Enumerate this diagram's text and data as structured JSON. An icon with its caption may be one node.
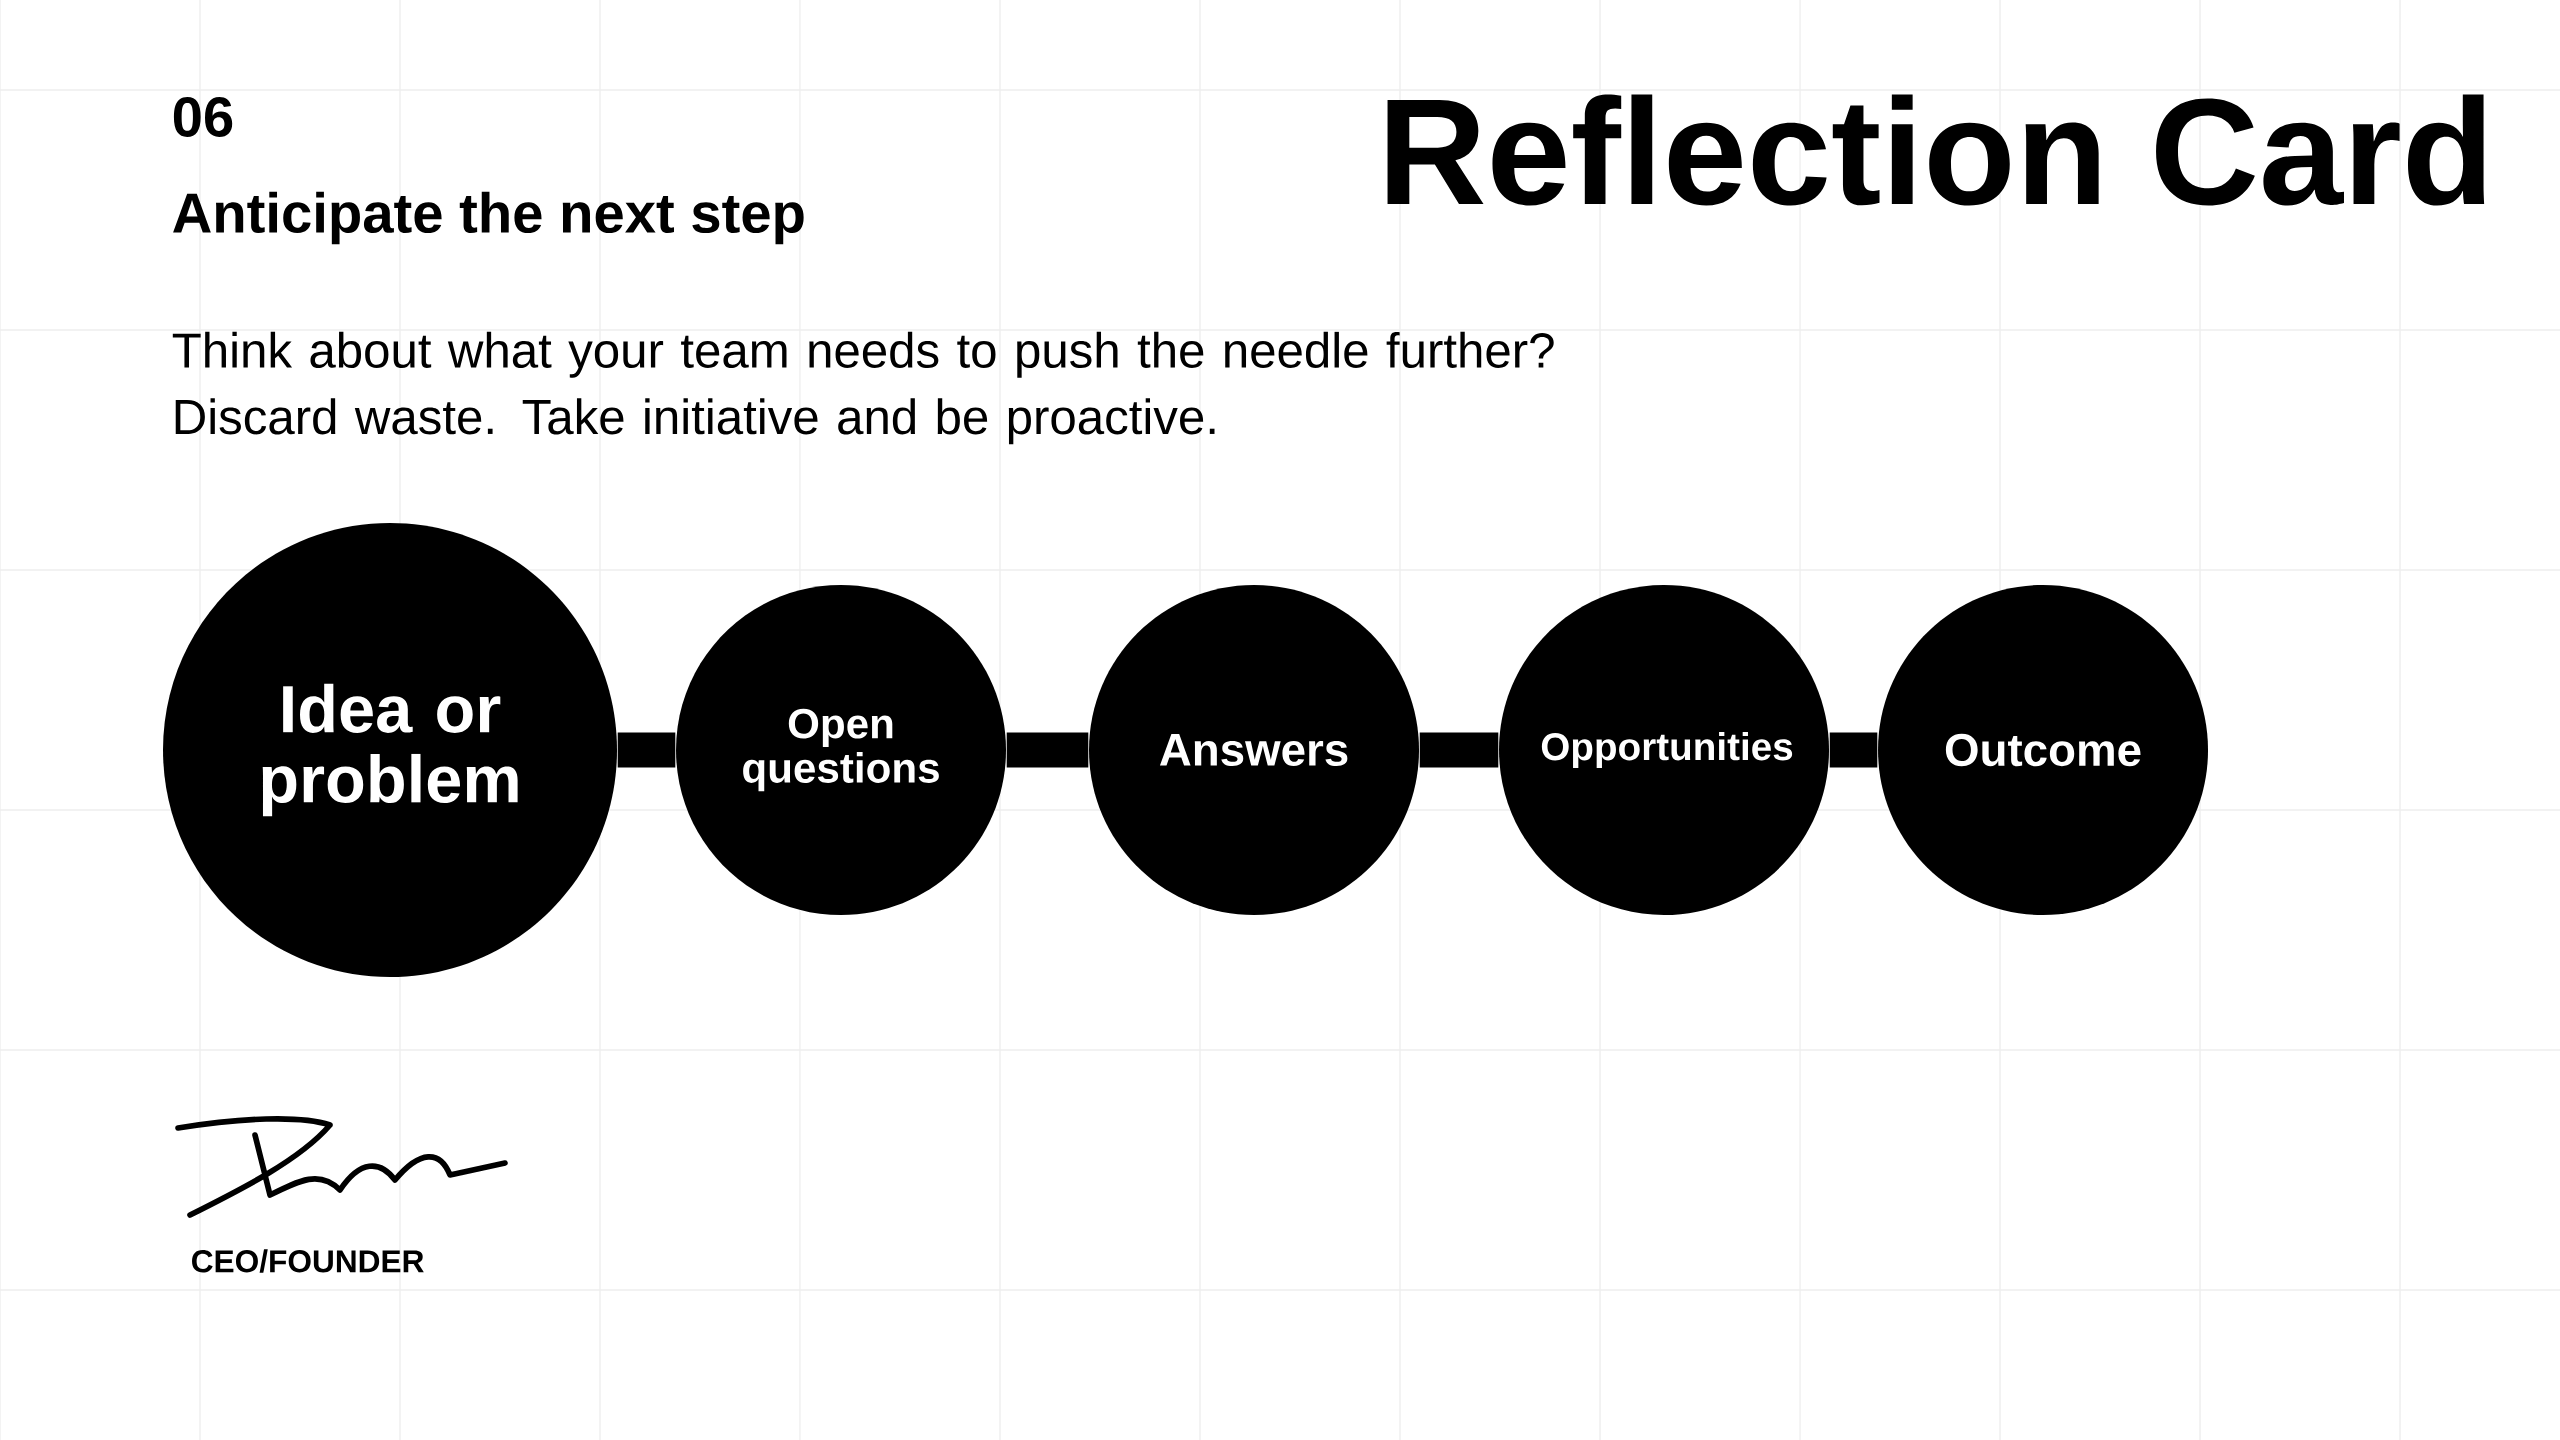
{
  "diagram": {
    "title": "Reflection Card",
    "nodes": [
      {
        "text": [
          "Idea or problem"
        ]
      },
      {
        "text": [
          "Open questions"
        ]
      },
      {
        "text": [
          "Answers"
        ]
      },
      {
        "text": [
          "Opportunities"
        ]
      },
      {
        "text": [
          "Outcome"
        ]
      }
    ],
    "edges": [
      {
        "from": 0,
        "to": 1,
        "arrow": "none"
      },
      {
        "from": 1,
        "to": 2,
        "arrow": "none"
      },
      {
        "from": 2,
        "to": 3,
        "arrow": "none"
      },
      {
        "from": 3,
        "to": 4,
        "arrow": "none"
      }
    ],
    "labels": [
      "06",
      "Anticipate the next step",
      "Think about what your team needs to push the needle further? Discard waste. Take initiative and be proactive.",
      "CEO/FOUNDER"
    ]
  }
}
